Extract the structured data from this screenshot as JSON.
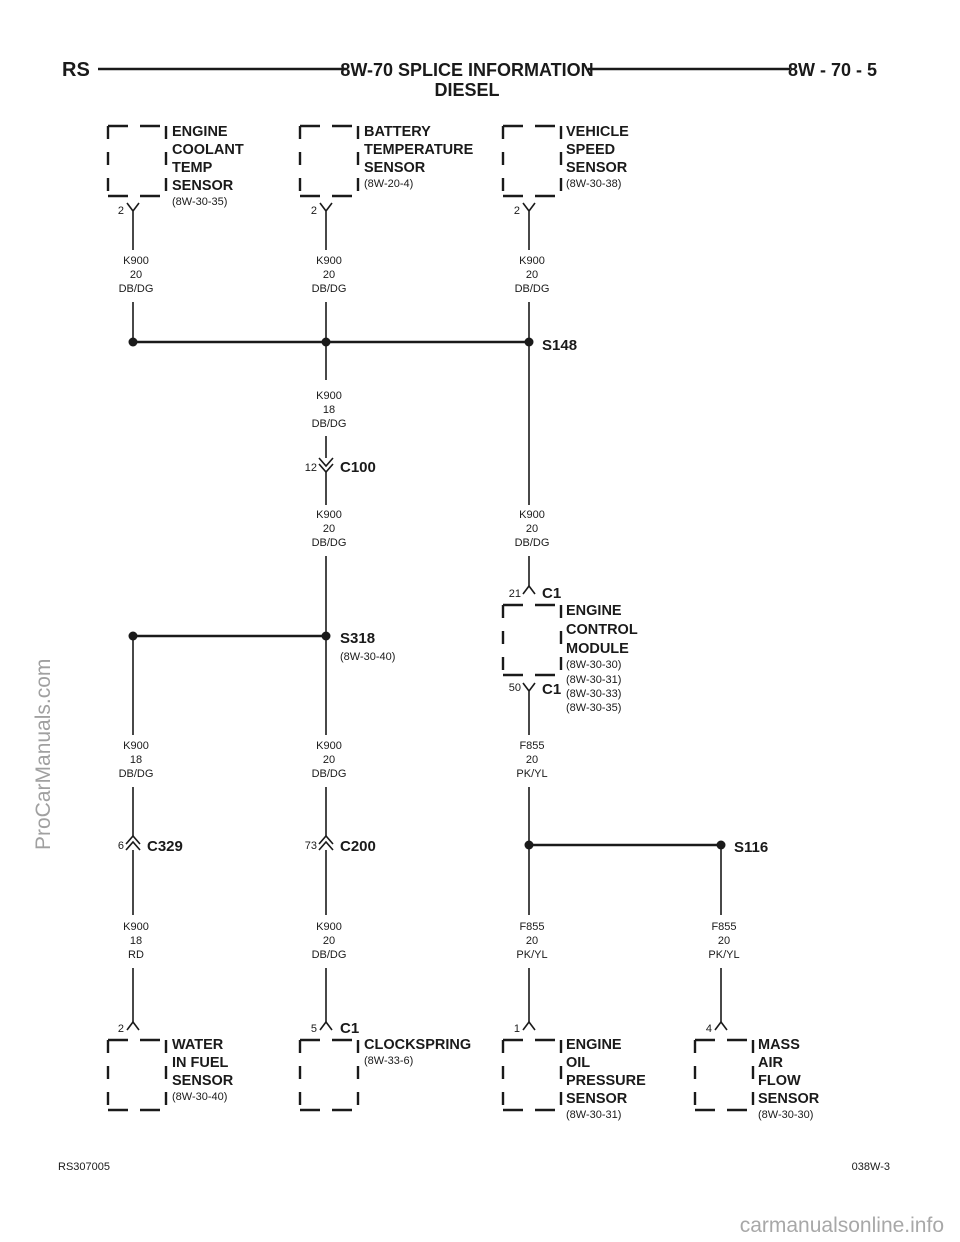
{
  "header": {
    "left": "RS",
    "title": "8W-70 SPLICE INFORMATION",
    "subtitle": "DIESEL",
    "right": "8W - 70 - 5"
  },
  "footer": {
    "left": "RS307005",
    "right": "038W-3"
  },
  "watermarks": {
    "side": "ProCarManuals.com",
    "bottom": "carmanualsonline.info"
  },
  "components": {
    "ect": {
      "lines": [
        "ENGINE",
        "COOLANT",
        "TEMP",
        "SENSOR"
      ],
      "ref": "(8W-30-35)",
      "pin": "2"
    },
    "bts": {
      "lines": [
        "BATTERY",
        "TEMPERATURE",
        "SENSOR"
      ],
      "ref": "(8W-20-4)",
      "pin": "2"
    },
    "vss": {
      "lines": [
        "VEHICLE",
        "SPEED",
        "SENSOR"
      ],
      "ref": "(8W-30-38)",
      "pin": "2"
    },
    "ecm": {
      "lines": [
        "ENGINE",
        "CONTROL",
        "MODULE"
      ],
      "refs": [
        "(8W-30-30)",
        "(8W-30-31)",
        "(8W-30-33)",
        "(8W-30-35)"
      ],
      "pin_top": "21",
      "conn_top": "C1",
      "pin_bot": "50",
      "conn_bot": "C1"
    },
    "wif": {
      "lines": [
        "WATER",
        "IN FUEL",
        "SENSOR"
      ],
      "ref": "(8W-30-40)",
      "pin": "2"
    },
    "clock": {
      "lines": [
        "CLOCKSPRING"
      ],
      "ref": "(8W-33-6)",
      "pin": "5",
      "conn": "C1"
    },
    "eop": {
      "lines": [
        "ENGINE",
        "OIL",
        "PRESSURE",
        "SENSOR"
      ],
      "ref": "(8W-30-31)",
      "pin": "1"
    },
    "maf": {
      "lines": [
        "MASS",
        "AIR",
        "FLOW",
        "SENSOR"
      ],
      "ref": "(8W-30-30)",
      "pin": "4"
    }
  },
  "splices": {
    "s148": {
      "name": "S148"
    },
    "s318": {
      "name": "S318",
      "ref": "(8W-30-40)"
    },
    "s116": {
      "name": "S116"
    }
  },
  "connectors": {
    "c100": {
      "name": "C100",
      "pin": "12"
    },
    "c329": {
      "name": "C329",
      "pin": "6"
    },
    "c200": {
      "name": "C200",
      "pin": "73"
    }
  },
  "wires": {
    "w1": [
      "K900",
      "20",
      "DB/DG"
    ],
    "w2": [
      "K900",
      "20",
      "DB/DG"
    ],
    "w3": [
      "K900",
      "20",
      "DB/DG"
    ],
    "w4": [
      "K900",
      "18",
      "DB/DG"
    ],
    "w5": [
      "K900",
      "20",
      "DB/DG"
    ],
    "w6": [
      "K900",
      "20",
      "DB/DG"
    ],
    "w7": [
      "K900",
      "18",
      "DB/DG"
    ],
    "w8": [
      "K900",
      "20",
      "DB/DG"
    ],
    "w9": [
      "F855",
      "20",
      "PK/YL"
    ],
    "w10": [
      "K900",
      "18",
      "RD"
    ],
    "w11": [
      "K900",
      "20",
      "DB/DG"
    ],
    "w12": [
      "F855",
      "20",
      "PK/YL"
    ],
    "w13": [
      "F855",
      "20",
      "PK/YL"
    ]
  }
}
